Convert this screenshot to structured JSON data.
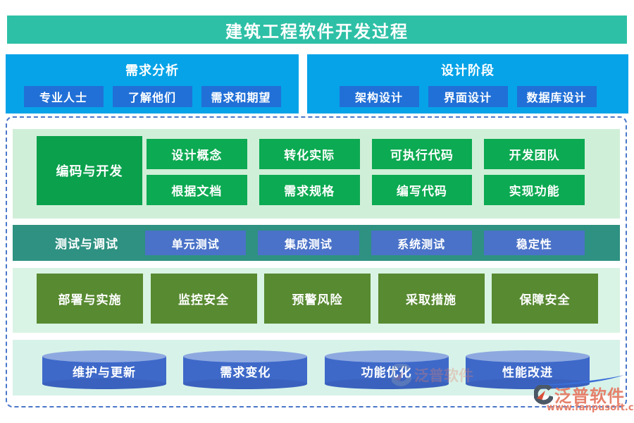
{
  "title": "建筑工程软件开发过程",
  "panels": {
    "requirements": {
      "title": "需求分析",
      "items": [
        "专业人士",
        "了解他们",
        "需求和期望"
      ]
    },
    "design": {
      "title": "设计阶段",
      "items": [
        "架构设计",
        "界面设计",
        "数据库设计"
      ]
    }
  },
  "process": {
    "coding": {
      "label": "编码与开发",
      "steps_top": [
        "设计概念",
        "转化实际",
        "可执行代码",
        "开发团队"
      ],
      "steps_bottom": [
        "根据文档",
        "需求规格",
        "编写代码",
        "实现功能"
      ]
    },
    "testing": {
      "label": "测试与调试",
      "items": [
        "单元测试",
        "集成测试",
        "系统测试",
        "稳定性"
      ]
    },
    "deployment": {
      "label": "部署与实施",
      "items": [
        "监控安全",
        "预警风险",
        "采取措施",
        "保障安全"
      ]
    },
    "maintenance": {
      "items": [
        "维护与更新",
        "需求变化",
        "功能优化",
        "性能改进"
      ]
    }
  },
  "branding": {
    "watermark_text": "泛普软件",
    "logo_text": "泛普软件",
    "website": "www.fanpusoft.com",
    "logo_icon": "swoosh-crescent"
  },
  "colors": {
    "header_teal": "#2ec0a6",
    "panel_blue": "#06a3e8",
    "panel_button_blue": "#2170d7",
    "stage_green": "#0caa52",
    "coding_row_bg": "#d0efd8",
    "testing_teal": "#2e9181",
    "testing_button_blue": "#4a72c8",
    "deployment_olive": "#588a31",
    "deployment_row_bg": "#d9f4e4",
    "cylinder_blue": "#3e69c9",
    "cylinder_top_blue": "#8ea9e0",
    "maintenance_row_bg": "#d7f2e9",
    "dashed_border_blue": "#4a77c9",
    "brand_coral": "#e5806b"
  }
}
